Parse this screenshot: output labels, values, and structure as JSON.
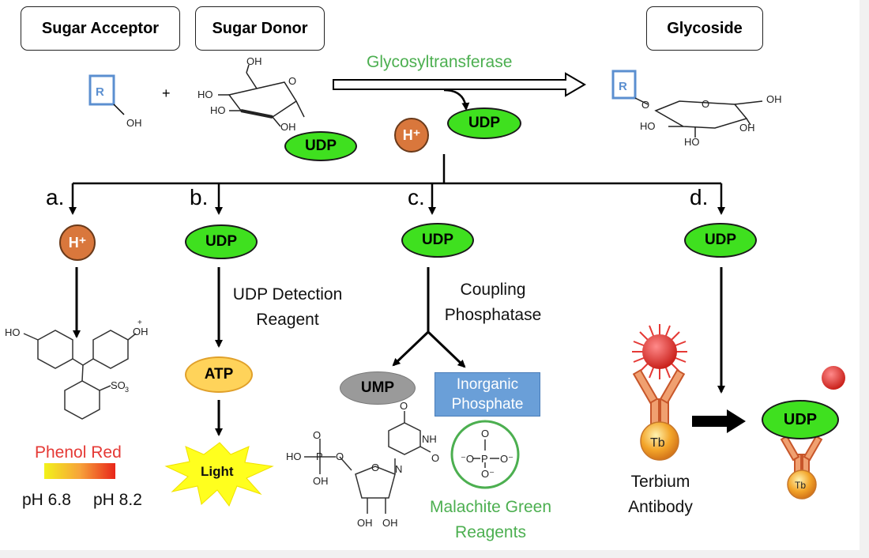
{
  "header": {
    "sugar_acceptor": "Sugar Acceptor",
    "sugar_donor": "Sugar Donor",
    "glycoside": "Glycoside"
  },
  "reaction": {
    "enzyme": "Glycosyltransferase",
    "plus": "+",
    "r_label": "R",
    "oh_label": "OH",
    "udp": "UDP",
    "h_plus": "H⁺"
  },
  "branches": {
    "a": {
      "label": "a.",
      "species": "H⁺",
      "product": "Phenol Red",
      "ph_low": "pH 6.8",
      "ph_high": "pH 8.2"
    },
    "b": {
      "label": "b.",
      "species": "UDP",
      "reagent": "UDP Detection Reagent",
      "intermediate": "ATP",
      "product": "Light"
    },
    "c": {
      "label": "c.",
      "species": "UDP",
      "reagent": "Coupling Phosphatase",
      "product_1": "UMP",
      "product_2": "Inorganic Phosphate",
      "detection": "Malachite Green Reagents"
    },
    "d": {
      "label": "d.",
      "species": "UDP",
      "antibody": "Terbium Antibody",
      "tb": "Tb",
      "bound_udp": "UDP"
    }
  },
  "colors": {
    "udp_green": "#3fe01f",
    "h_plus_orange": "#d9773c",
    "enzyme_text": "#4caf50",
    "phenol_red_text": "#e53935",
    "phosphate_box": "#6a9fd8",
    "atp_yellow": "#ffd35a",
    "r_box_blue": "#5b8fd0"
  }
}
